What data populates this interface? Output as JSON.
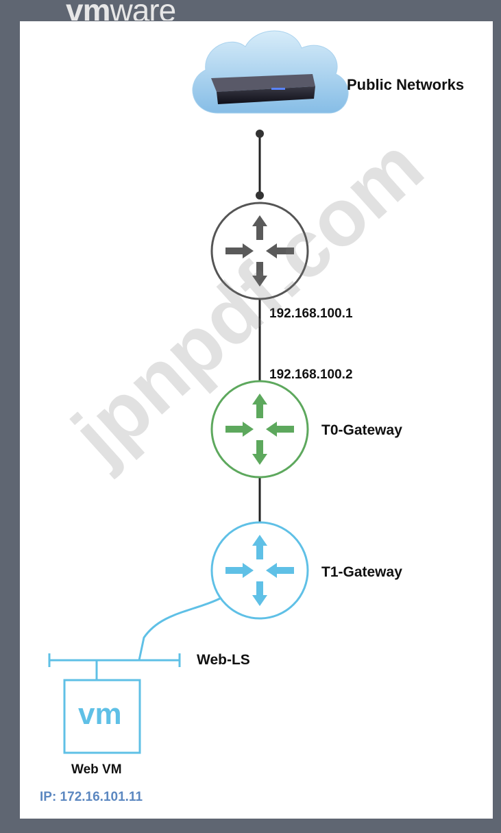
{
  "logo": {
    "prefix": "vm",
    "suffix": "ware"
  },
  "watermark": "jpnpdf.com",
  "labels": {
    "public_networks": "Public Networks",
    "ip_upstream": "192.168.100.1",
    "ip_t0_uplink": "192.168.100.2",
    "t0": "T0-Gateway",
    "t1": "T1-Gateway",
    "segment": "Web-LS",
    "vm_text": "vm",
    "vm_name": "Web VM",
    "vm_ip": "IP: 172.16.101.11"
  },
  "icons": {
    "cloud": "cloud-icon",
    "gateway_device": "network-appliance-icon",
    "upstream_router": "router-icon",
    "t0_router": "router-icon",
    "t1_router": "router-icon",
    "vm": "virtual-machine-icon"
  },
  "colors": {
    "frame": "#5f6672",
    "panel": "#ffffff",
    "upstream_router": "#555555",
    "t0_router": "#5da85d",
    "t1_router": "#5fc0e6",
    "cloud_top": "#cfe6f6",
    "cloud_bottom": "#86bde6",
    "vm_ip": "#5b87c0"
  }
}
